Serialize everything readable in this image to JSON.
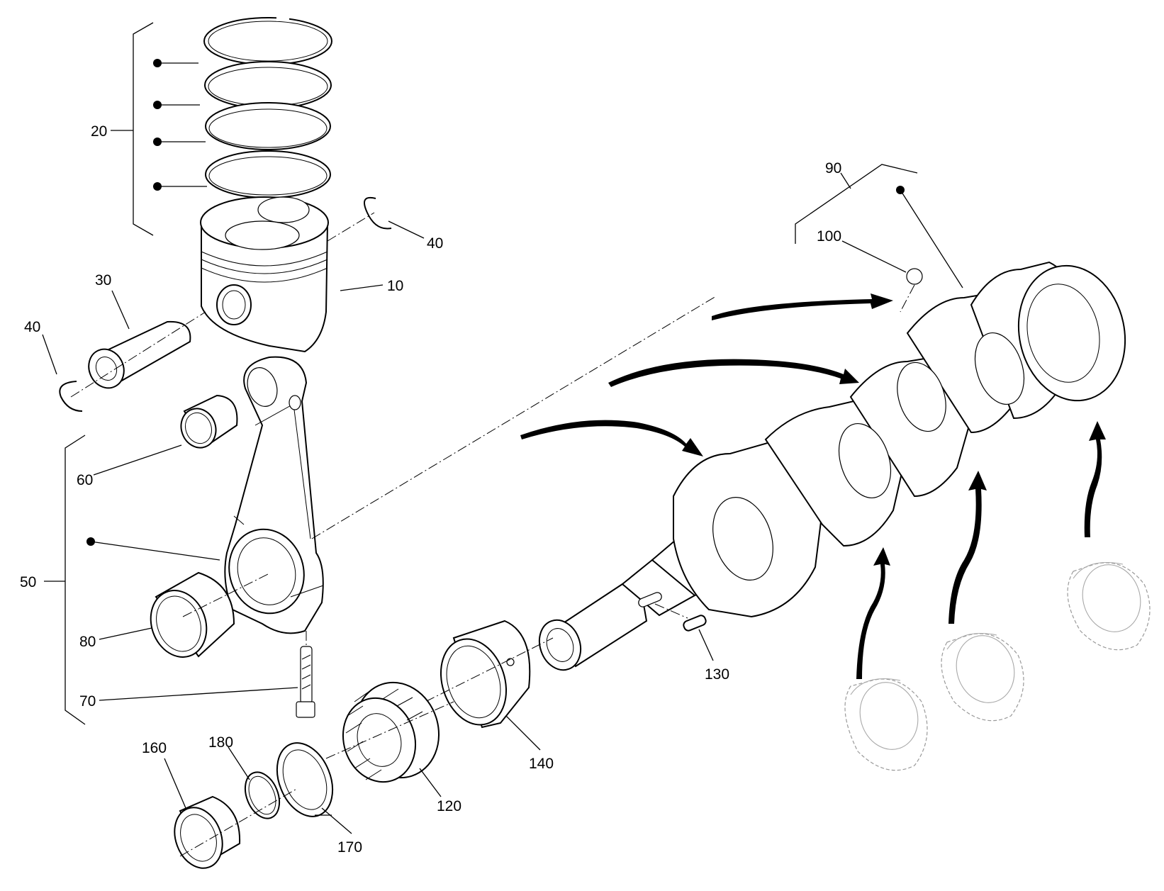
{
  "diagram": {
    "callouts": [
      {
        "id": "c10",
        "text": "10"
      },
      {
        "id": "c20",
        "text": "20"
      },
      {
        "id": "c30",
        "text": "30"
      },
      {
        "id": "c40a",
        "text": "40"
      },
      {
        "id": "c40b",
        "text": "40"
      },
      {
        "id": "c50",
        "text": "50"
      },
      {
        "id": "c60",
        "text": "60"
      },
      {
        "id": "c70",
        "text": "70"
      },
      {
        "id": "c80",
        "text": "80"
      },
      {
        "id": "c90",
        "text": "90"
      },
      {
        "id": "c100",
        "text": "100"
      },
      {
        "id": "c120",
        "text": "120"
      },
      {
        "id": "c130",
        "text": "130"
      },
      {
        "id": "c140",
        "text": "140"
      },
      {
        "id": "c160",
        "text": "160"
      },
      {
        "id": "c170",
        "text": "170"
      },
      {
        "id": "c180",
        "text": "180"
      }
    ]
  }
}
